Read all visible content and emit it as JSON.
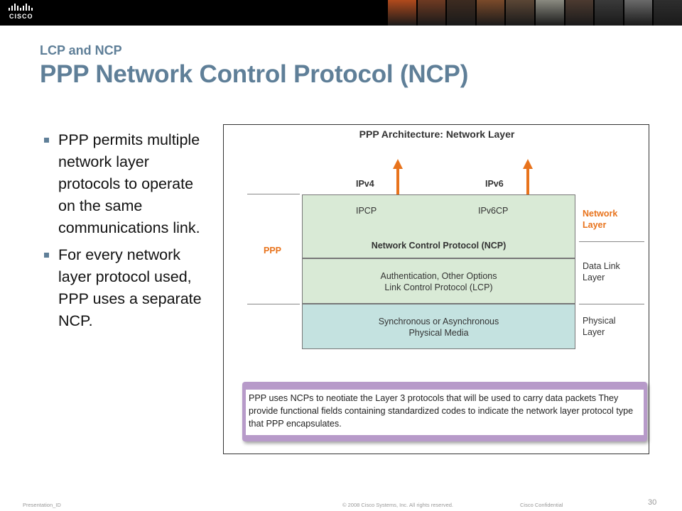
{
  "header": {
    "logo_text": "CISCO",
    "photo_colors": [
      "#b04a1c",
      "#6e3a22",
      "#3d2b20",
      "#7a4a2a",
      "#5b4635",
      "#8a8a80",
      "#4c3a30",
      "#3a3a3a",
      "#6a6a6a",
      "#2e2e2e"
    ]
  },
  "slide": {
    "subtitle": "LCP and NCP",
    "title": "PPP Network Control Protocol (NCP)",
    "bullets": [
      "PPP permits multiple network layer protocols to operate on the same communications link.",
      "For every network layer protocol used, PPP uses a separate NCP."
    ]
  },
  "figure": {
    "title": "PPP Architecture: Network Layer",
    "ipv4": "IPv4",
    "ipv6": "IPv6",
    "ipcp": "IPCP",
    "ipv6cp": "IPv6CP",
    "ncp": "Network Control Protocol (NCP)",
    "lcp_line1": "Authentication, Other Options",
    "lcp_line2": "Link Control Protocol (LCP)",
    "phy_line1": "Synchronous or Asynchronous",
    "phy_line2": "Physical Media",
    "ppp": "PPP",
    "network_layer_1": "Network",
    "network_layer_2": "Layer",
    "datalink_1": "Data Link",
    "datalink_2": "Layer",
    "physical_1": "Physical",
    "physical_2": "Layer",
    "note": "PPP uses NCPs to neotiate the Layer 3 protocols that will be used to carry data packets They provide functional fields containing standardized codes to indicate the network layer protocol type that PPP encapsulates."
  },
  "footer": {
    "presentation_id": "Presentation_ID",
    "copyright": "© 2008 Cisco Systems, Inc. All rights reserved.",
    "confidential": "Cisco Confidential",
    "page_number": "30"
  },
  "colors": {
    "title": "#5f7f98",
    "accent_orange": "#e8731c",
    "ncp_fill": "#d9ead6",
    "physical_fill": "#c4e2e0",
    "note_border": "#b79ac9"
  }
}
